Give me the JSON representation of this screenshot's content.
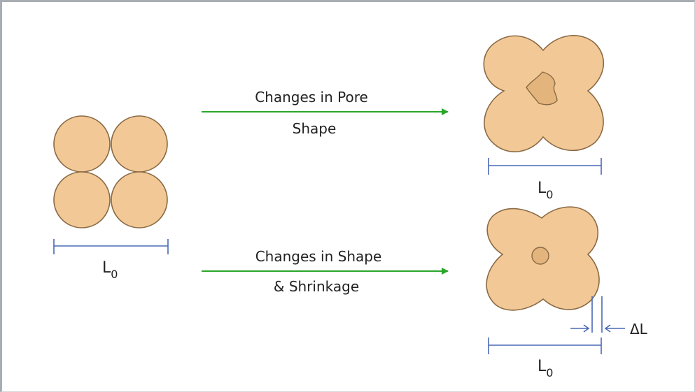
{
  "diagram": {
    "initial_length_label": {
      "main": "L",
      "sub": "0"
    },
    "arrow_top_label": {
      "line1": "Changes in Pore",
      "line2": "Shape"
    },
    "arrow_bottom_label": {
      "line1": "Changes in Shape",
      "line2": "& Shrinkage"
    },
    "top_result_length_label": {
      "main": "L",
      "sub": "0"
    },
    "bottom_result_length_label": {
      "main": "L",
      "sub": "0"
    },
    "shrinkage_label": "ΔL"
  },
  "colors": {
    "particle_fill": "#f2c996",
    "particle_stroke": "#8a6a45",
    "pore_fill": "#e3b47c",
    "arrow_green": "#2aa52a",
    "dimension_blue": "#4a69b5",
    "frame": "#a8acb3"
  }
}
